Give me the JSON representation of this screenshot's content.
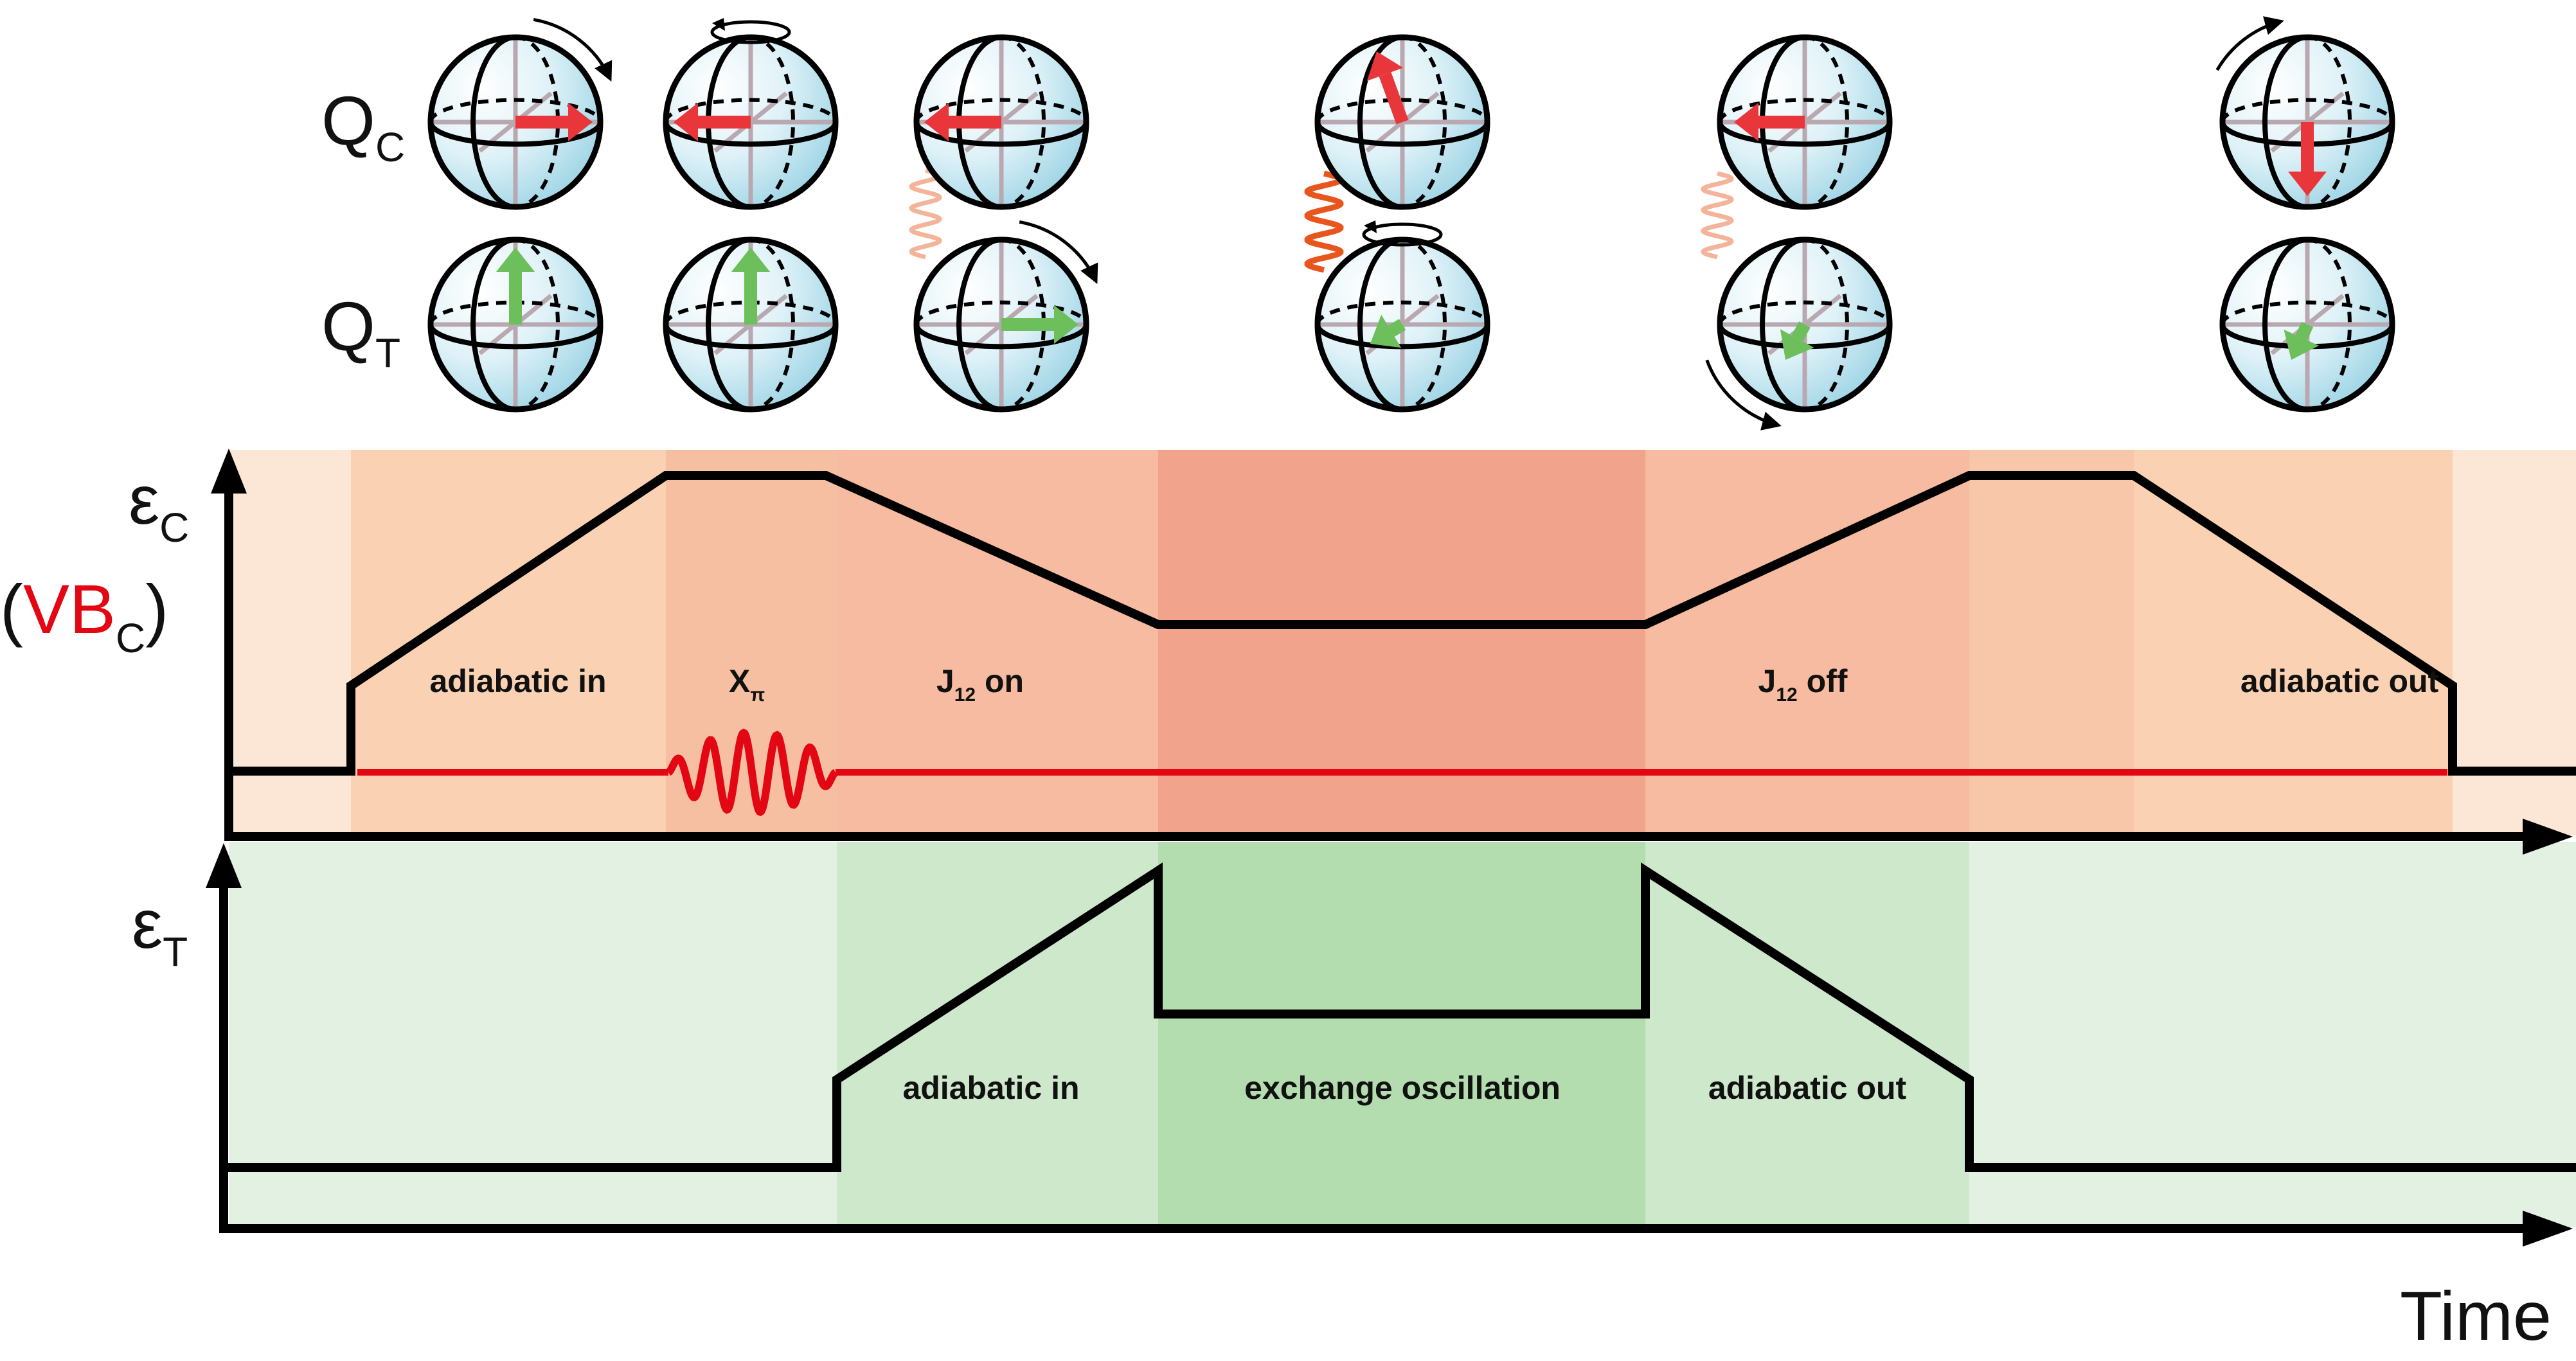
{
  "qubit_labels": {
    "control": {
      "main": "Q",
      "sub": "C"
    },
    "target": {
      "main": "Q",
      "sub": "T"
    }
  },
  "axes": {
    "top": {
      "main": "ε",
      "sub": "C"
    },
    "top_secondary": {
      "open": "(",
      "main": "VB",
      "sub": "C",
      "close": ")"
    },
    "bottom": {
      "main": "ε",
      "sub": "T"
    },
    "x": "Time"
  },
  "top_phases": {
    "adiabatic_in": "adiabatic in",
    "x_pi": {
      "main": "X",
      "sub": "π"
    },
    "j12_on": {
      "main": "J",
      "sub": "12",
      "rest": " on"
    },
    "j12_off": {
      "main": "J",
      "sub": "12",
      "rest": " off"
    },
    "adiabatic_out": "adiabatic out"
  },
  "bottom_phases": {
    "adiabatic_in": "adiabatic in",
    "exchange": "exchange oscillation",
    "adiabatic_out": "adiabatic out"
  },
  "colors": {
    "control_arrow": "#e8363a",
    "target_arrow": "#6cbf5a",
    "vb_pulse": "#e30613",
    "band_light_orange": "#fce6d5",
    "band_orange": "#fad2b3",
    "band_peach": "#f6bba0",
    "band_salmon": "#f1a48b",
    "band_light_green": "#e3f1e3",
    "band_green": "#cde8cb",
    "band_mid_green": "#b3ddaf"
  }
}
